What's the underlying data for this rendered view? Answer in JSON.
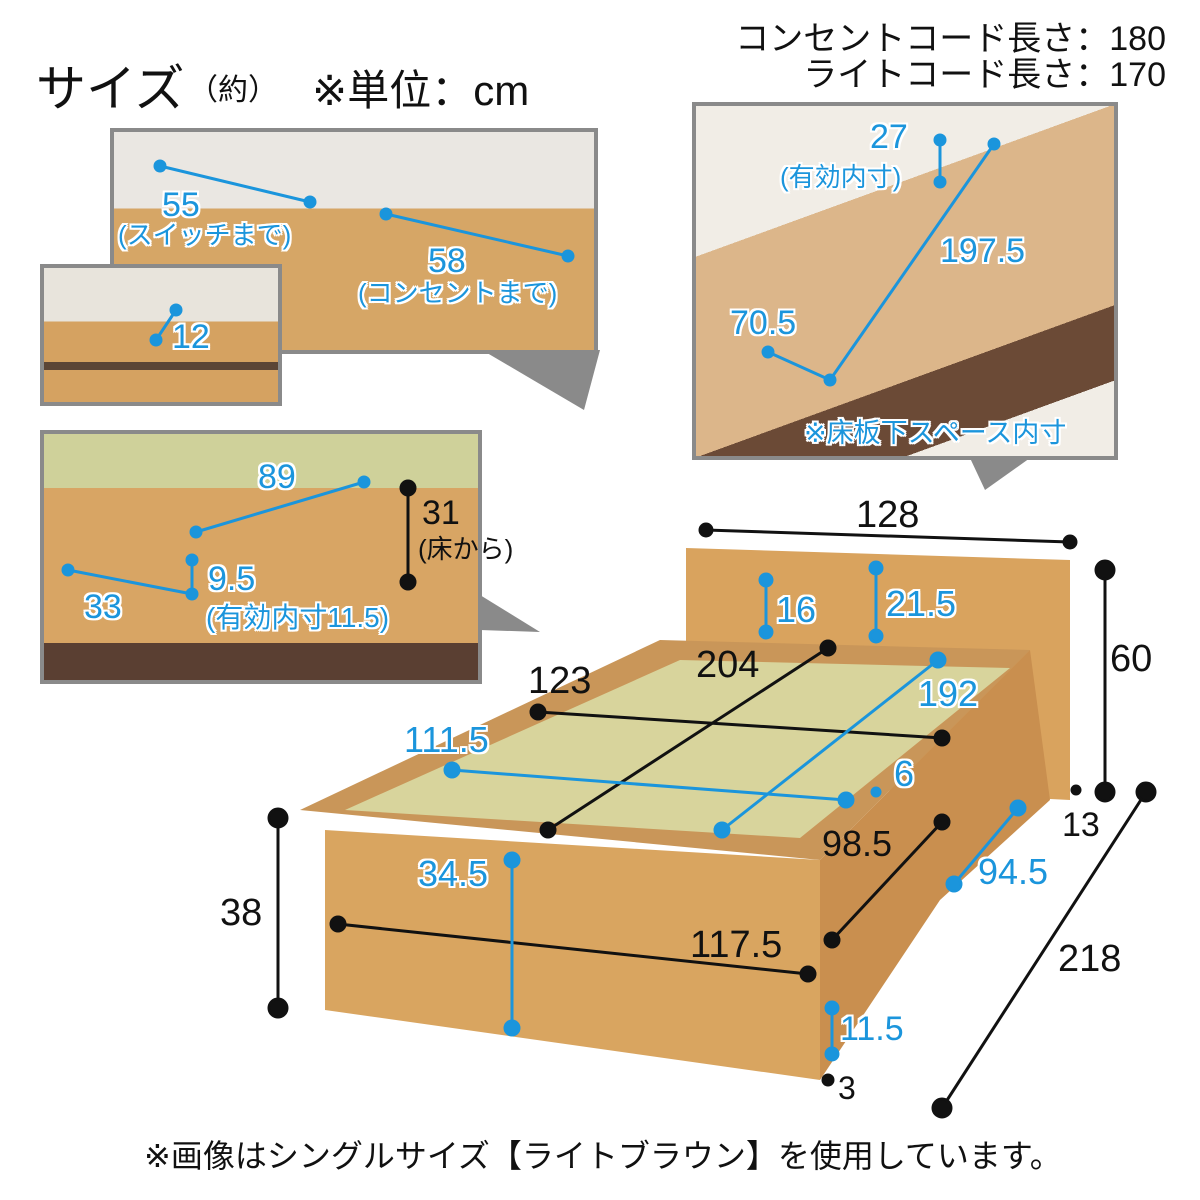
{
  "title": {
    "main": "サイズ",
    "approx": "（約）",
    "unit": "※単位：cm"
  },
  "cords": {
    "outlet": "コンセントコード長さ：180",
    "light": "ライトコード長さ：170"
  },
  "inset_headboard": {
    "switch_value": "55",
    "switch_note": "(スイッチまで)",
    "outlet_value": "58",
    "outlet_note": "(コンセントまで)"
  },
  "inset_shelf": {
    "value": "12"
  },
  "inset_storage": {
    "height_value": "27",
    "height_note": "(有効内寸)",
    "length": "197.5",
    "width": "70.5",
    "note": "※床板下スペース内寸"
  },
  "inset_drawer": {
    "depth": "89",
    "floor_value": "31",
    "floor_note": "(床から)",
    "height_value": "9.5",
    "height_note": "(有効内寸11.5)",
    "side": "33"
  },
  "main": {
    "width": "128",
    "hb_inner": "16",
    "hb_outer": "21.5",
    "height": "60",
    "length": "204",
    "inner_width": "123",
    "mat_length": "192",
    "mat_width": "111.5",
    "frame_gap": "6",
    "hb_depth": "13",
    "drawer_length": "98.5",
    "drawer_depth": "94.5",
    "floor_height": "38",
    "side_height": "34.5",
    "frame_width": "117.5",
    "total_length": "218",
    "clearance": "11.5",
    "foot": "3"
  },
  "footnote": "※画像はシングルサイズ【ライトブラウン】を使用しています。",
  "colors": {
    "blue": "#1b95dc",
    "wood": "#d9a560",
    "tatami": "#d8d49c"
  }
}
